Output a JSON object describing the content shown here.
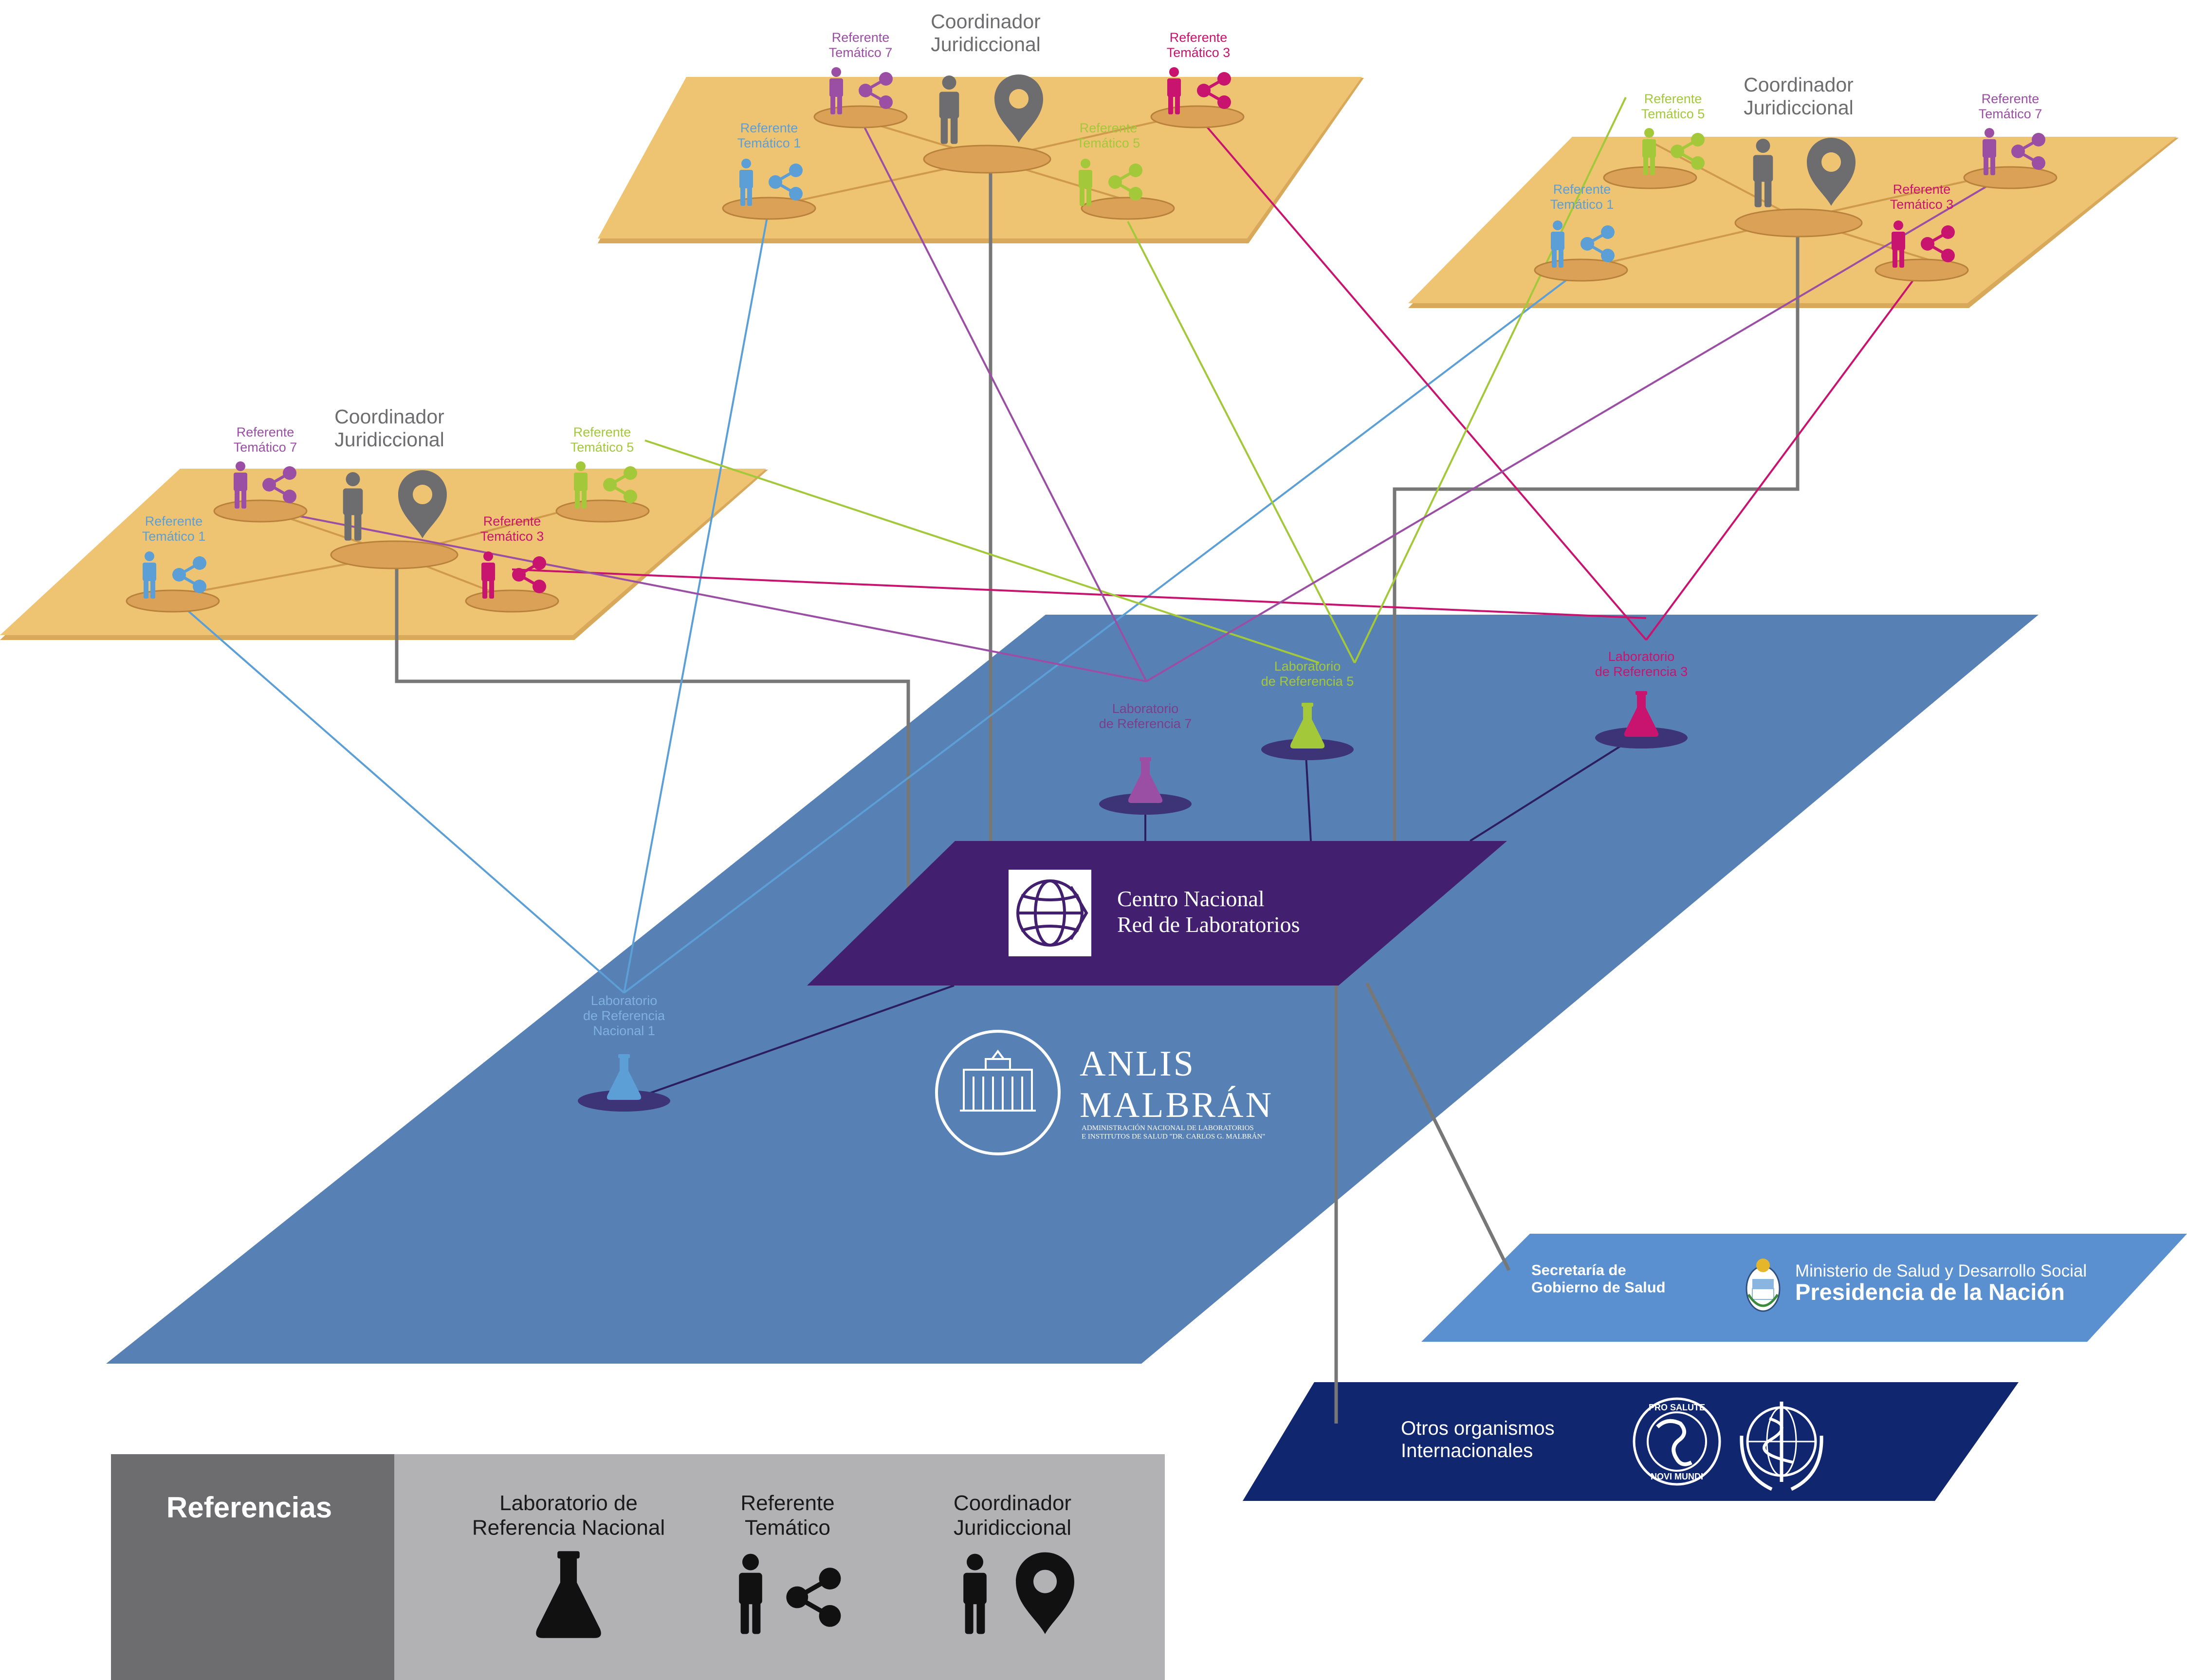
{
  "colors": {
    "platform": "#eec472",
    "platform_edge": "#d8a95a",
    "disc": "#dba257",
    "disc_edge": "#b8823d",
    "blue_plane": "#5781b5",
    "center_plane": "#43206f",
    "gobierno_plane": "#5a90d0",
    "intl_plane": "#10266e",
    "gray": "#777777",
    "ref1": "#5b9fd6",
    "ref3": "#c8146f",
    "ref5": "#a3c83a",
    "ref7": "#9b4fa4",
    "legend_dark": "#6d6d70",
    "legend_light": "#b2b2b4"
  },
  "jurisdictions": {
    "left": {
      "coordinator": "Coordinador\nJuridiccional",
      "ref1": "Referente\nTemático 1",
      "ref3": "Referente\nTemático 3",
      "ref5": "Referente\nTemático 5",
      "ref7": "Referente\nTemático 7"
    },
    "top": {
      "coordinator": "Coordinador\nJuridiccional",
      "ref1": "Referente\nTemático 1",
      "ref3": "Referente\nTemático 3",
      "ref5": "Referente\nTemático 5",
      "ref7": "Referente\nTemático 7"
    },
    "right": {
      "coordinator": "Coordinador\nJuridiccional",
      "ref1": "Referente\nTemático 1",
      "ref3": "Referente\nTemático 3",
      "ref5": "Referente\nTemático 5",
      "ref7": "Referente\nTemático 7"
    }
  },
  "labs": {
    "lab1": "Laboratorio\nde Referencia\nNacional 1",
    "lab3": "Laboratorio\nde Referencia 3",
    "lab5": "Laboratorio\nde Referencia 5",
    "lab7": "Laboratorio\nde Referencia 7"
  },
  "center": {
    "title": "Centro Nacional\nRed de Laboratorios"
  },
  "anlis": {
    "name": "ANLIS\nMALBRÁN",
    "subtitle": "ADMINISTRACIÓN NACIONAL DE LABORATORIOS\nE INSTITUTOS DE SALUD \"DR. CARLOS G. MALBRÁN\""
  },
  "gobierno": {
    "secretaria": "Secretaría de\nGobierno de Salud",
    "ministerio": "Ministerio de Salud y Desarrollo Social",
    "presidencia": "Presidencia de la Nación"
  },
  "internacional": {
    "label": "Otros organismos\nInternacionales",
    "paho_top": "PRO SALUTE",
    "paho_bottom": "NOVI MUNDI"
  },
  "legend": {
    "title": "Referencias",
    "lab": "Laboratorio de\nReferencia Nacional",
    "referente": "Referente\nTemático",
    "coordinador": "Coordinador\nJuridiccional"
  }
}
